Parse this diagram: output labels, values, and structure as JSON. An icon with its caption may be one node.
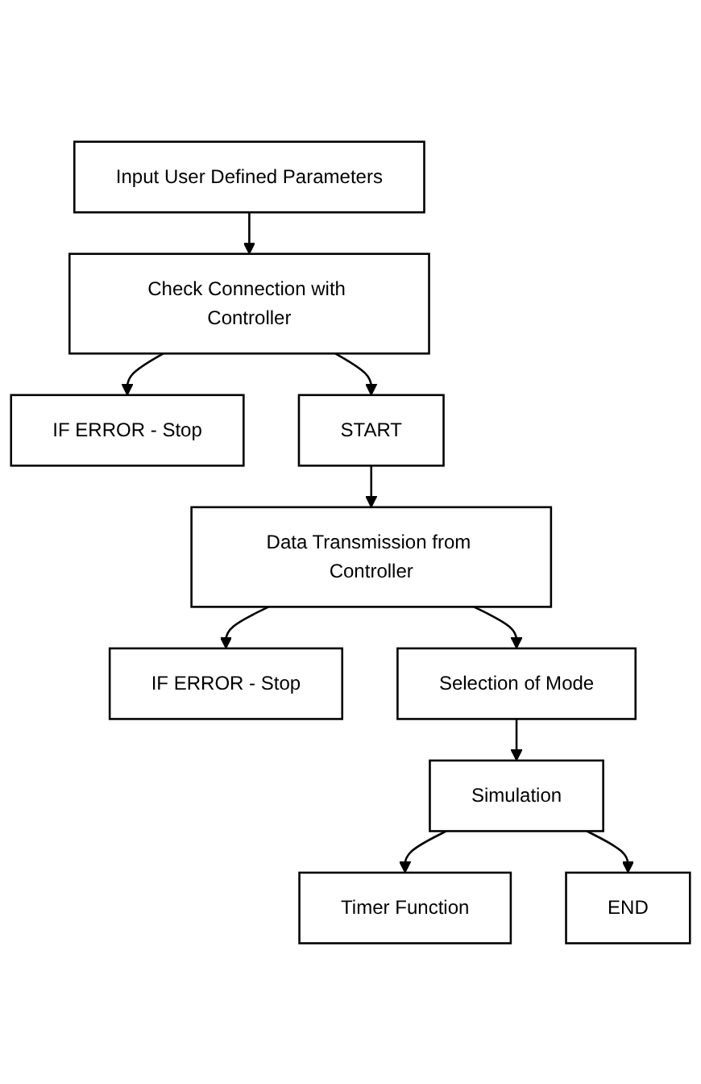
{
  "diagram": {
    "nodes": [
      {
        "text": [
          "Input User Defined Parameters"
        ]
      },
      {
        "text": [
          "Check Connection with Controller"
        ]
      },
      {
        "text": [
          "IF ERROR - Stop"
        ]
      },
      {
        "text": [
          "START"
        ]
      },
      {
        "text": [
          "Data Transmission from Controller"
        ]
      },
      {
        "text": [
          "IF ERROR - Stop"
        ]
      },
      {
        "text": [
          "Selection of Mode"
        ]
      },
      {
        "text": [
          "Simulation"
        ]
      },
      {
        "text": [
          "Timer Function"
        ]
      },
      {
        "text": [
          "END"
        ]
      }
    ],
    "edges": [
      {
        "from": 0,
        "to": 1,
        "arrow": "to"
      },
      {
        "from": 1,
        "to": 2,
        "arrow": "to"
      },
      {
        "from": 1,
        "to": 3,
        "arrow": "to"
      },
      {
        "from": 3,
        "to": 4,
        "arrow": "to"
      },
      {
        "from": 4,
        "to": 5,
        "arrow": "to"
      },
      {
        "from": 4,
        "to": 6,
        "arrow": "to"
      },
      {
        "from": 6,
        "to": 7,
        "arrow": "to"
      },
      {
        "from": 7,
        "to": 8,
        "arrow": "to"
      },
      {
        "from": 7,
        "to": 9,
        "arrow": "to"
      }
    ]
  }
}
